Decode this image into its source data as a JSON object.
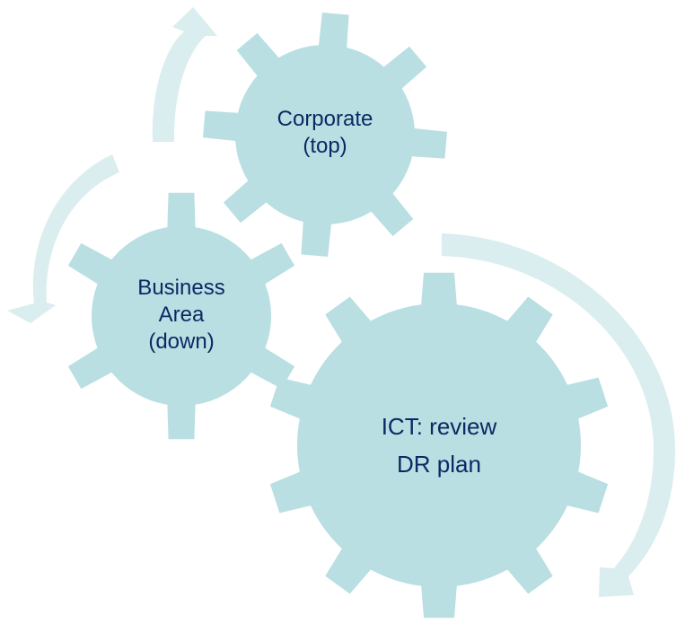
{
  "colors": {
    "gear_fill": "#b9dfe2",
    "arrow_fill": "#daedef",
    "label_text": "#0b2a63",
    "background": "#ffffff"
  },
  "gears": {
    "corporate": {
      "line1": "Corporate",
      "line2": "(top)",
      "teeth": 8
    },
    "business": {
      "line1": "Business",
      "line2": "Area",
      "line3": "(down)",
      "teeth": 6
    },
    "ict": {
      "line1": "ICT: review",
      "line2": "DR plan",
      "teeth": 10
    }
  },
  "arrows": [
    {
      "id": "arrow-corporate-cycle",
      "icon": "circular-arrow-icon",
      "direction": "counterclockwise"
    },
    {
      "id": "arrow-business-cycle",
      "icon": "circular-arrow-icon",
      "direction": "counterclockwise"
    },
    {
      "id": "arrow-ict-cycle",
      "icon": "circular-arrow-icon",
      "direction": "clockwise"
    }
  ]
}
